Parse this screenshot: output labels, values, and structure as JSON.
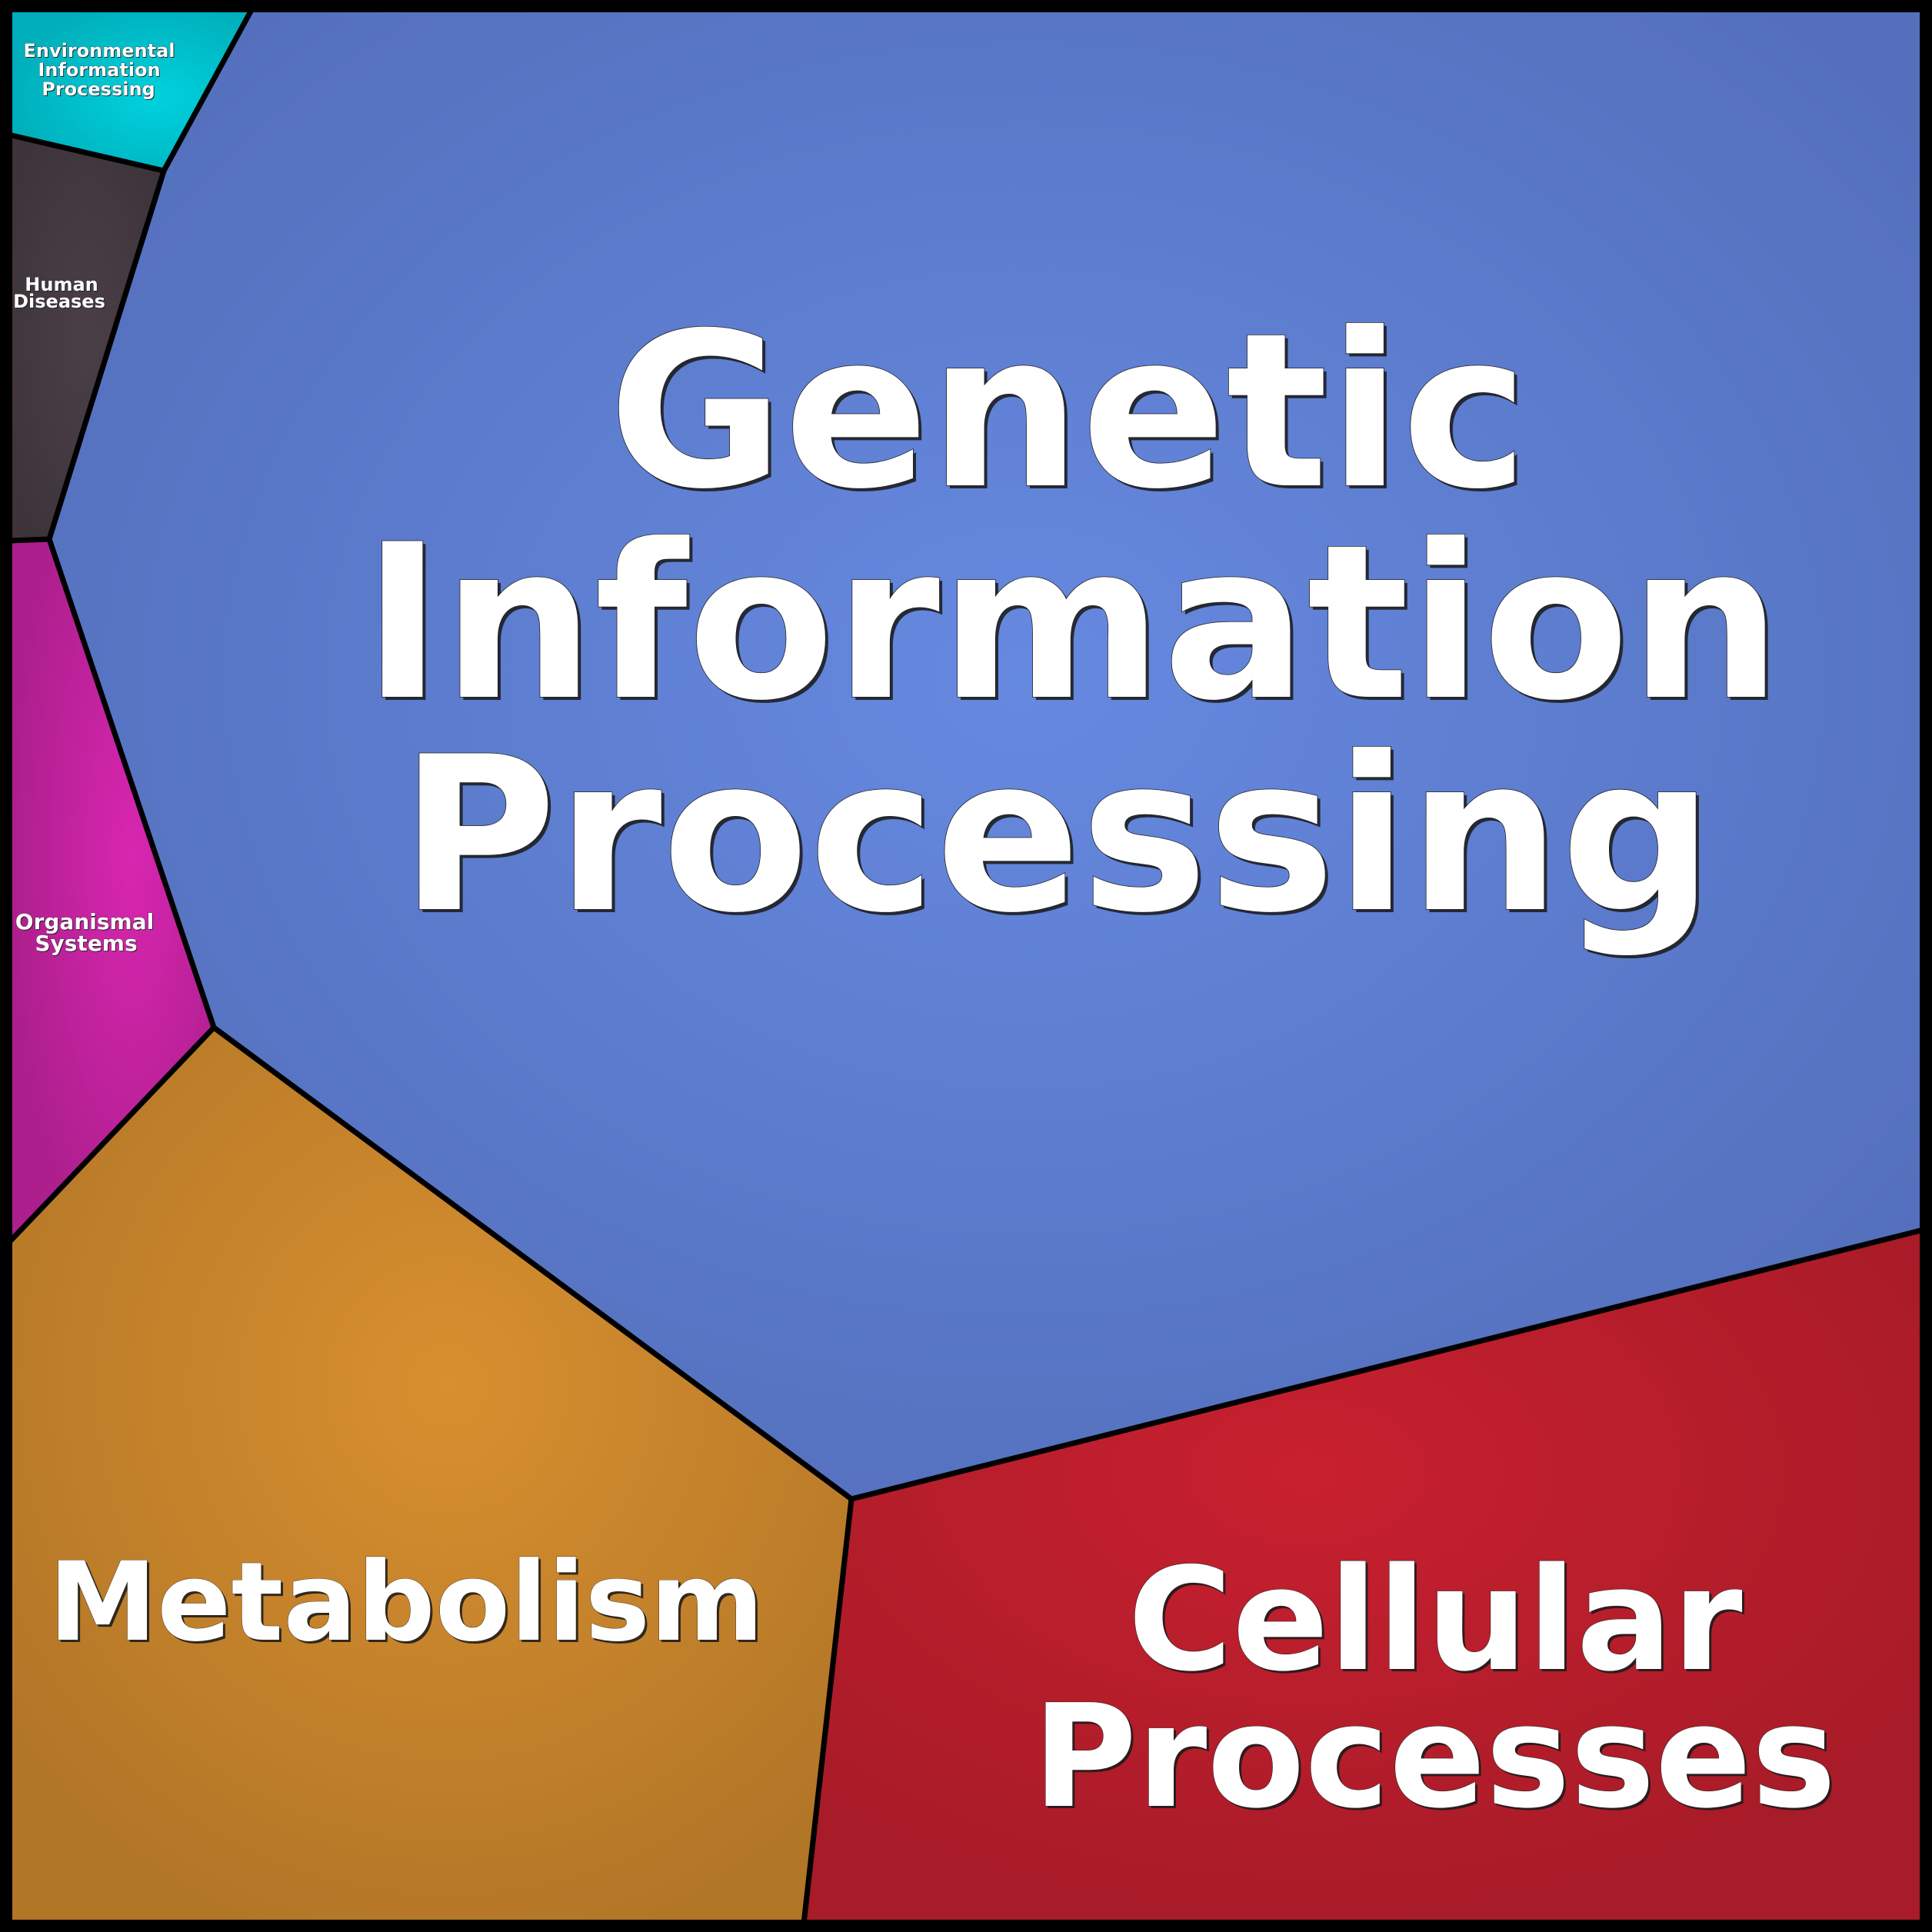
{
  "title": "KEGG functional category Voronoi treemap",
  "cells": [
    {
      "id": "genetic-information-processing",
      "lines": [
        "Genetic",
        "Information",
        "Processing"
      ],
      "color_center": "#6689e0",
      "color_edge": "#5470bd"
    },
    {
      "id": "cellular-processes",
      "lines": [
        "Cellular",
        "Processes"
      ],
      "color_center": "#c8202f",
      "color_edge": "#a81b28"
    },
    {
      "id": "metabolism",
      "lines": [
        "Metabolism"
      ],
      "color_center": "#d88f2f",
      "color_edge": "#b27627"
    },
    {
      "id": "organismal-systems",
      "lines": [
        "Organismal",
        "Systems"
      ],
      "color_center": "#d826b0",
      "color_edge": "#ac1f8c"
    },
    {
      "id": "human-diseases",
      "lines": [
        "Human",
        "Diseases"
      ],
      "color_center": "#4a3f46",
      "color_edge": "#3d343a"
    },
    {
      "id": "environmental-information-processing",
      "lines": [
        "Environmental",
        "Information",
        "Processing"
      ],
      "color_center": "#00d2de",
      "color_edge": "#00afbb"
    }
  ]
}
